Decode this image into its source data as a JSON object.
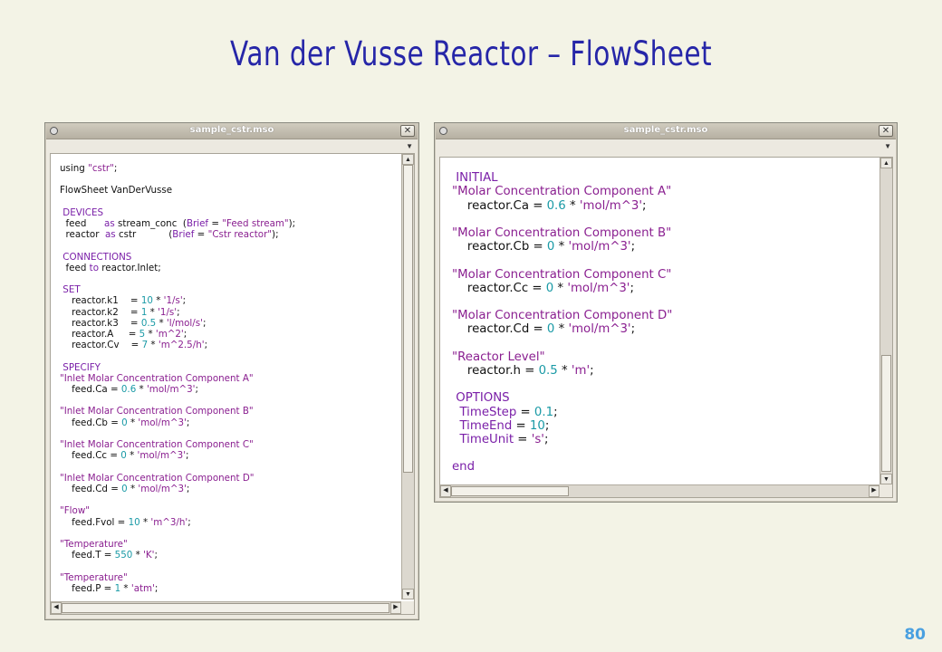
{
  "slide": {
    "title": "Van der Vusse Reactor – FlowSheet",
    "page_number": "80"
  },
  "window_left": {
    "title": "sample_cstr.mso",
    "lines": [
      [
        {
          "t": "using "
        },
        {
          "t": "\"cstr\"",
          "c": "str"
        },
        {
          "t": ";"
        }
      ],
      [],
      [
        {
          "t": "FlowSheet VanDerVusse"
        }
      ],
      [],
      [
        {
          "t": " "
        },
        {
          "t": "DEVICES",
          "c": "kw"
        }
      ],
      [
        {
          "t": "  feed      "
        },
        {
          "t": "as",
          "c": "kw"
        },
        {
          "t": " stream_conc  ("
        },
        {
          "t": "Brief",
          "c": "kw"
        },
        {
          "t": " = "
        },
        {
          "t": "\"Feed stream\"",
          "c": "str"
        },
        {
          "t": ");"
        }
      ],
      [
        {
          "t": "  reactor  "
        },
        {
          "t": "as",
          "c": "kw"
        },
        {
          "t": " cstr           ("
        },
        {
          "t": "Brief",
          "c": "kw"
        },
        {
          "t": " = "
        },
        {
          "t": "\"Cstr reactor\"",
          "c": "str"
        },
        {
          "t": ");"
        }
      ],
      [],
      [
        {
          "t": " "
        },
        {
          "t": "CONNECTIONS",
          "c": "kw"
        }
      ],
      [
        {
          "t": "  feed "
        },
        {
          "t": "to",
          "c": "kw"
        },
        {
          "t": " reactor.Inlet;"
        }
      ],
      [],
      [
        {
          "t": " "
        },
        {
          "t": "SET",
          "c": "kw"
        }
      ],
      [
        {
          "t": "    reactor.k1    = "
        },
        {
          "t": "10",
          "c": "num"
        },
        {
          "t": " * "
        },
        {
          "t": "'1/s'",
          "c": "str"
        },
        {
          "t": ";"
        }
      ],
      [
        {
          "t": "    reactor.k2    = "
        },
        {
          "t": "1",
          "c": "num"
        },
        {
          "t": " * "
        },
        {
          "t": "'1/s'",
          "c": "str"
        },
        {
          "t": ";"
        }
      ],
      [
        {
          "t": "    reactor.k3    = "
        },
        {
          "t": "0.5",
          "c": "num"
        },
        {
          "t": " * "
        },
        {
          "t": "'l/mol/s'",
          "c": "str"
        },
        {
          "t": ";"
        }
      ],
      [
        {
          "t": "    reactor.A     = "
        },
        {
          "t": "5",
          "c": "num"
        },
        {
          "t": " * "
        },
        {
          "t": "'m^2'",
          "c": "str"
        },
        {
          "t": ";"
        }
      ],
      [
        {
          "t": "    reactor.Cv    = "
        },
        {
          "t": "7",
          "c": "num"
        },
        {
          "t": " * "
        },
        {
          "t": "'m^2.5/h'",
          "c": "str"
        },
        {
          "t": ";"
        }
      ],
      [],
      [
        {
          "t": " "
        },
        {
          "t": "SPECIFY",
          "c": "kw"
        }
      ],
      [
        {
          "t": "\"Inlet Molar Concentration Component A\"",
          "c": "str"
        }
      ],
      [
        {
          "t": "    feed.Ca = "
        },
        {
          "t": "0.6",
          "c": "num"
        },
        {
          "t": " * "
        },
        {
          "t": "'mol/m^3'",
          "c": "str"
        },
        {
          "t": ";"
        }
      ],
      [],
      [
        {
          "t": "\"Inlet Molar Concentration Component B\"",
          "c": "str"
        }
      ],
      [
        {
          "t": "    feed.Cb = "
        },
        {
          "t": "0",
          "c": "num"
        },
        {
          "t": " * "
        },
        {
          "t": "'mol/m^3'",
          "c": "str"
        },
        {
          "t": ";"
        }
      ],
      [],
      [
        {
          "t": "\"Inlet Molar Concentration Component C\"",
          "c": "str"
        }
      ],
      [
        {
          "t": "    feed.Cc = "
        },
        {
          "t": "0",
          "c": "num"
        },
        {
          "t": " * "
        },
        {
          "t": "'mol/m^3'",
          "c": "str"
        },
        {
          "t": ";"
        }
      ],
      [],
      [
        {
          "t": "\"Inlet Molar Concentration Component D\"",
          "c": "str"
        }
      ],
      [
        {
          "t": "    feed.Cd = "
        },
        {
          "t": "0",
          "c": "num"
        },
        {
          "t": " * "
        },
        {
          "t": "'mol/m^3'",
          "c": "str"
        },
        {
          "t": ";"
        }
      ],
      [],
      [
        {
          "t": "\"Flow\"",
          "c": "str"
        }
      ],
      [
        {
          "t": "    feed.Fvol = "
        },
        {
          "t": "10",
          "c": "num"
        },
        {
          "t": " * "
        },
        {
          "t": "'m^3/h'",
          "c": "str"
        },
        {
          "t": ";"
        }
      ],
      [],
      [
        {
          "t": "\"Temperature\"",
          "c": "str"
        }
      ],
      [
        {
          "t": "    feed.T = "
        },
        {
          "t": "550",
          "c": "num"
        },
        {
          "t": " * "
        },
        {
          "t": "'K'",
          "c": "str"
        },
        {
          "t": ";"
        }
      ],
      [],
      [
        {
          "t": "\"Temperature\"",
          "c": "str"
        }
      ],
      [
        {
          "t": "    feed.P = "
        },
        {
          "t": "1",
          "c": "num"
        },
        {
          "t": " * "
        },
        {
          "t": "'atm'",
          "c": "str"
        },
        {
          "t": ";"
        }
      ]
    ]
  },
  "window_right": {
    "title": "sample_cstr.mso",
    "lines": [
      [],
      [
        {
          "t": " "
        },
        {
          "t": "INITIAL",
          "c": "kw"
        }
      ],
      [
        {
          "t": "\"Molar Concentration Component A\"",
          "c": "str"
        }
      ],
      [
        {
          "t": "    reactor.Ca = "
        },
        {
          "t": "0.6",
          "c": "num"
        },
        {
          "t": " * "
        },
        {
          "t": "'mol/m^3'",
          "c": "str"
        },
        {
          "t": ";"
        }
      ],
      [],
      [
        {
          "t": "\"Molar Concentration Component B\"",
          "c": "str"
        }
      ],
      [
        {
          "t": "    reactor.Cb = "
        },
        {
          "t": "0",
          "c": "num"
        },
        {
          "t": " * "
        },
        {
          "t": "'mol/m^3'",
          "c": "str"
        },
        {
          "t": ";"
        }
      ],
      [],
      [
        {
          "t": "\"Molar Concentration Component C\"",
          "c": "str"
        }
      ],
      [
        {
          "t": "    reactor.Cc = "
        },
        {
          "t": "0",
          "c": "num"
        },
        {
          "t": " * "
        },
        {
          "t": "'mol/m^3'",
          "c": "str"
        },
        {
          "t": ";"
        }
      ],
      [],
      [
        {
          "t": "\"Molar Concentration Component D\"",
          "c": "str"
        }
      ],
      [
        {
          "t": "    reactor.Cd = "
        },
        {
          "t": "0",
          "c": "num"
        },
        {
          "t": " * "
        },
        {
          "t": "'mol/m^3'",
          "c": "str"
        },
        {
          "t": ";"
        }
      ],
      [],
      [
        {
          "t": "\"Reactor Level\"",
          "c": "str"
        }
      ],
      [
        {
          "t": "    reactor.h = "
        },
        {
          "t": "0.5",
          "c": "num"
        },
        {
          "t": " * "
        },
        {
          "t": "'m'",
          "c": "str"
        },
        {
          "t": ";"
        }
      ],
      [],
      [
        {
          "t": " "
        },
        {
          "t": "OPTIONS",
          "c": "kw"
        }
      ],
      [
        {
          "t": "  "
        },
        {
          "t": "TimeStep",
          "c": "kw"
        },
        {
          "t": " = "
        },
        {
          "t": "0.1",
          "c": "num"
        },
        {
          "t": ";"
        }
      ],
      [
        {
          "t": "  "
        },
        {
          "t": "TimeEnd",
          "c": "kw"
        },
        {
          "t": " = "
        },
        {
          "t": "10",
          "c": "num"
        },
        {
          "t": ";"
        }
      ],
      [
        {
          "t": "  "
        },
        {
          "t": "TimeUnit",
          "c": "kw"
        },
        {
          "t": " = "
        },
        {
          "t": "'s'",
          "c": "str"
        },
        {
          "t": ";"
        }
      ],
      [],
      [
        {
          "t": "end",
          "c": "kw"
        }
      ]
    ]
  },
  "colors": {
    "title": "#2626a8",
    "keyword": "#7a1fa8",
    "string": "#8a1f90",
    "number": "#1a9aa6",
    "page_number": "#4aa0e0"
  },
  "icons": {
    "window_menu": "window-menu-icon",
    "close": "close-icon",
    "dropdown": "chevron-down-icon",
    "scroll_up": "arrow-up-icon",
    "scroll_down": "arrow-down-icon",
    "scroll_left": "arrow-left-icon",
    "scroll_right": "arrow-right-icon"
  }
}
